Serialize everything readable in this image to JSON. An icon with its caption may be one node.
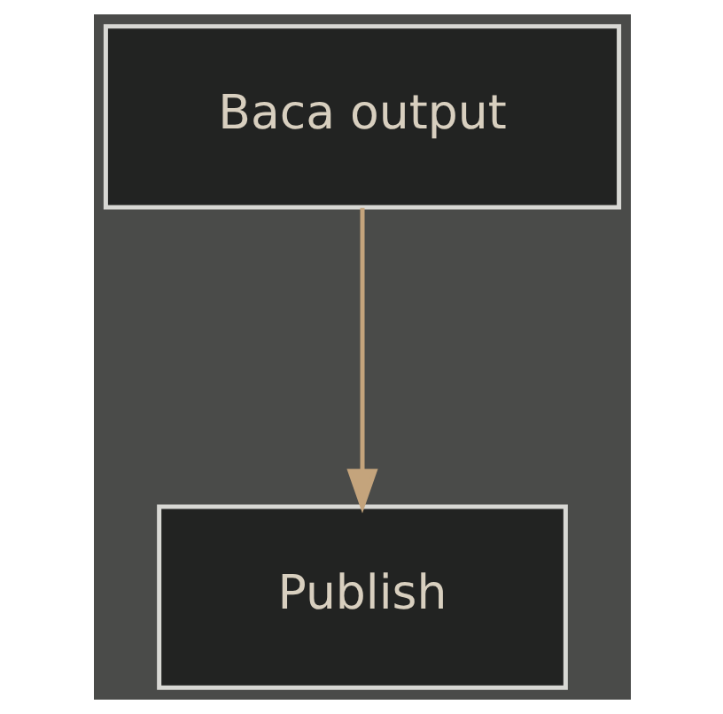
{
  "diagram": {
    "nodes": [
      {
        "text": [
          "Baca output"
        ]
      },
      {
        "text": [
          "Publish"
        ]
      }
    ],
    "edges": [
      {
        "from": 0,
        "to": 1,
        "arrow": "to"
      }
    ]
  }
}
